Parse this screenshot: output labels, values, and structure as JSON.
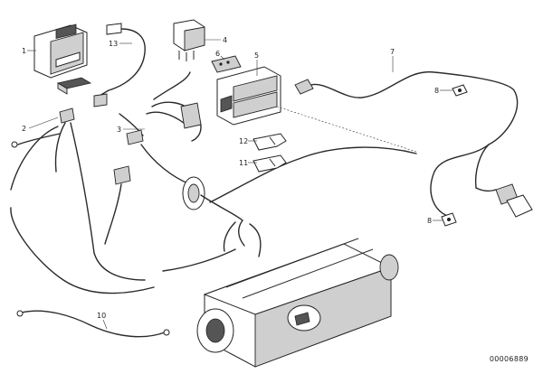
{
  "callouts": [
    {
      "id": "c1",
      "text": "1"
    },
    {
      "id": "c2",
      "text": "2"
    },
    {
      "id": "c3",
      "text": "3"
    },
    {
      "id": "c4",
      "text": "4"
    },
    {
      "id": "c5",
      "text": "5"
    },
    {
      "id": "c6",
      "text": "6"
    },
    {
      "id": "c7",
      "text": "7"
    },
    {
      "id": "c8a",
      "text": "8"
    },
    {
      "id": "c8b",
      "text": "8"
    },
    {
      "id": "c10",
      "text": "10"
    },
    {
      "id": "c11",
      "text": "11"
    },
    {
      "id": "c12",
      "text": "12"
    },
    {
      "id": "c13",
      "text": "13"
    }
  ],
  "reference_number": "00006889"
}
